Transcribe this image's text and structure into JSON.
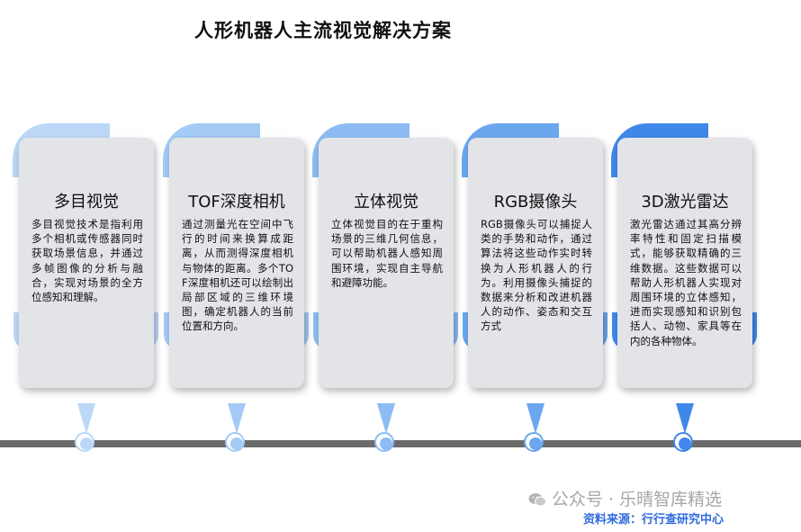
{
  "title": "人形机器人主流视觉解决方案",
  "cards": [
    {
      "title": "多目视觉",
      "body": "多目视觉技术是指利用多个相机或传感器同时获取场景信息，并通过多帧图像的分析与融合，实现对场景的全方位感知和理解。",
      "accent": "#bcd7f8"
    },
    {
      "title": "TOF深度相机",
      "body": "通过测量光在空间中飞行的时间来换算成距离，从而测得深度相机与物体的距离。多个TOF深度相机还可以绘制出局部区域的三维环境图，确定机器人的当前位置和方向。",
      "accent": "#a4caf6"
    },
    {
      "title": "立体视觉",
      "body": "立体视觉目的在于重构场景的三维几何信息，可以帮助机器人感知周围环境，实现自主导航和避障功能。",
      "accent": "#8cbcf3"
    },
    {
      "title": "RGB摄像头",
      "body": "RGB摄像头可以捕捉人类的手势和动作，通过算法将这些动作实时转换为人形机器人的行为。利用摄像头捕捉的数据来分析和改进机器人的动作、姿态和交互方式",
      "accent": "#6aa7ef"
    },
    {
      "title": "3D激光雷达",
      "body": "激光雷达通过其高分辨率特性和固定扫描模式，能够获取精确的三维数据。这些数据可以帮助人形机器人实现对周围环境的立体感知，进而实现感知和识别包括人、动物、家具等在内的各种物体。",
      "accent": "#3f88ea"
    }
  ],
  "watermark": {
    "brand": "公众号 · 乐晴智库精选",
    "source": "资料来源：行行查研究中心"
  }
}
